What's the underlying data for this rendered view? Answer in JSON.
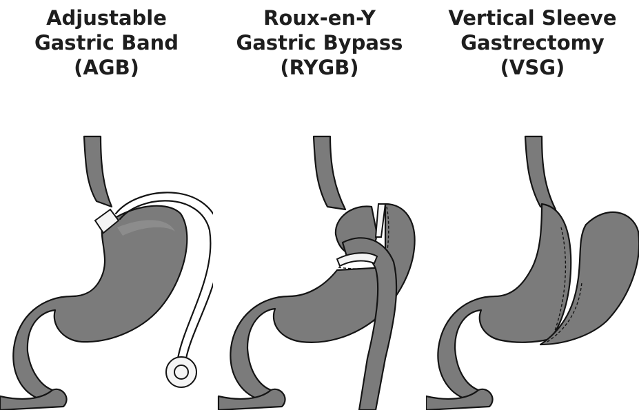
{
  "figure": {
    "panels": [
      {
        "id": "agb",
        "title_lines": [
          "Adjustable",
          "Gastric Band",
          "(AGB)"
        ]
      },
      {
        "id": "rygb",
        "title_lines": [
          "Roux-en-Y",
          "Gastric Bypass",
          "(RYGB)"
        ]
      },
      {
        "id": "vsg",
        "title_lines": [
          "Vertical Sleeve",
          "Gastrectomy",
          "(VSG)"
        ]
      }
    ]
  },
  "colors": {
    "organ_fill": "#7b7b7b",
    "outline": "#141414",
    "device_fill": "#f4f4f4",
    "text": "#1e1e1e"
  }
}
